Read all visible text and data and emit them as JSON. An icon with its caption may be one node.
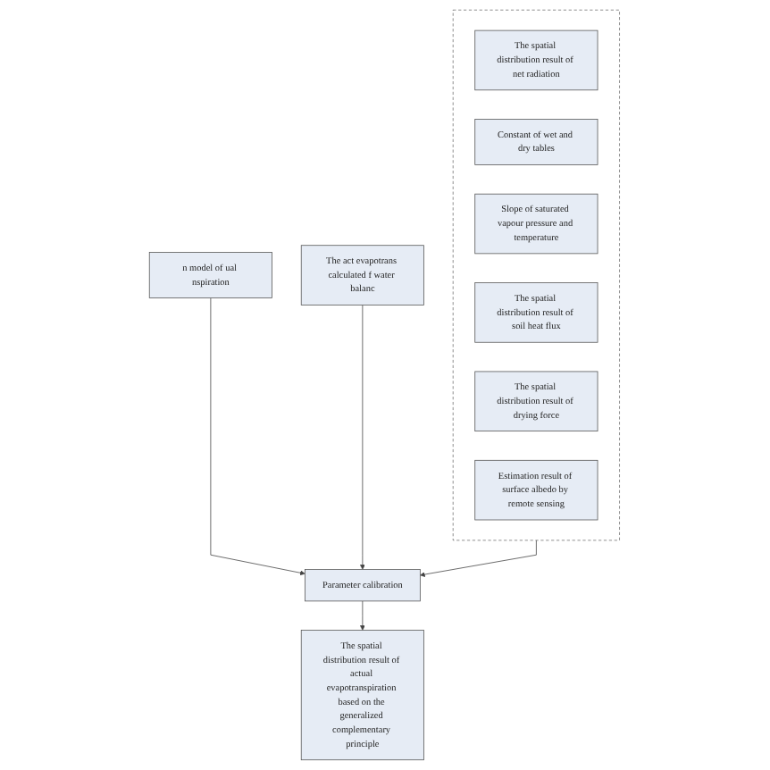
{
  "diagram": {
    "nodes": [
      {
        "text": [
          "n model of ual nspiration"
        ]
      },
      {
        "text": [],
        "shape": "box"
      },
      {
        "text": [
          "The spatial distribution result of net radiation"
        ],
        "in": 1
      },
      {
        "text": [
          "Constant of wet and dry tables"
        ],
        "in": 1
      },
      {
        "text": [
          "Slope of saturated vapour pressure and temperature"
        ],
        "in": 1
      },
      {
        "text": [
          "The spatial distribution result of soil heat flux"
        ],
        "in": 1
      },
      {
        "text": [
          "The spatial distribution result of drying force"
        ],
        "in": 1
      },
      {
        "text": [
          "Estimation result of surface albedo by remote sensing"
        ],
        "in": 1
      },
      {
        "text": [
          "The act evapotrans calculated f water balanc"
        ]
      },
      {
        "text": [
          "Parameter calibration"
        ]
      },
      {
        "text": [
          "The spatial distribution result of actual evapotranspiration based on the generalized complementary principle"
        ]
      }
    ],
    "edges": [
      {
        "from": 0,
        "to": 9,
        "arrow": "to"
      },
      {
        "from": 1,
        "to": 9,
        "arrow": "to"
      },
      {
        "from": 8,
        "to": 9,
        "arrow": "to"
      },
      {
        "from": 9,
        "to": 10,
        "arrow": "to"
      }
    ]
  }
}
